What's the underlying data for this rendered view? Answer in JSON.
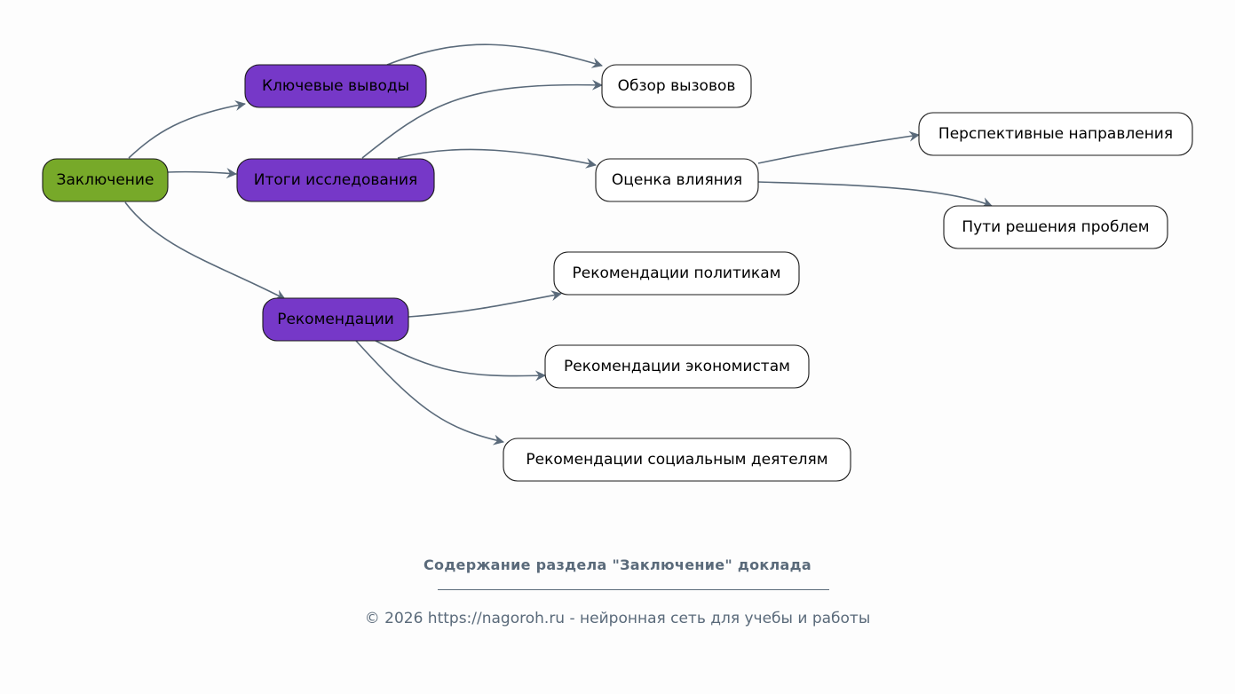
{
  "colors": {
    "root": "#77a929",
    "level1": "#7638c8",
    "leaf": "#ffffff",
    "edge": "#5a6a7a",
    "caption": "#5a6a7a"
  },
  "nodes": [
    {
      "id": "root",
      "label": "Заключение",
      "level": "root"
    },
    {
      "id": "key",
      "label": "Ключевые выводы",
      "level": "level1"
    },
    {
      "id": "results",
      "label": "Итоги исследования",
      "level": "level1"
    },
    {
      "id": "recs",
      "label": "Рекомендации",
      "level": "level1"
    },
    {
      "id": "challenges",
      "label": "Обзор вызовов",
      "level": "leaf"
    },
    {
      "id": "impact",
      "label": "Оценка влияния",
      "level": "leaf"
    },
    {
      "id": "prospects",
      "label": "Перспективные направления",
      "level": "leaf"
    },
    {
      "id": "solutions",
      "label": "Пути решения проблем",
      "level": "leaf"
    },
    {
      "id": "rec_pol",
      "label": "Рекомендации политикам",
      "level": "leaf"
    },
    {
      "id": "rec_econ",
      "label": "Рекомендации экономистам",
      "level": "leaf"
    },
    {
      "id": "rec_soc",
      "label": "Рекомендации социальным деятелям",
      "level": "leaf"
    }
  ],
  "edges": [
    {
      "from": "root",
      "to": "key"
    },
    {
      "from": "root",
      "to": "results"
    },
    {
      "from": "root",
      "to": "recs"
    },
    {
      "from": "key",
      "to": "challenges"
    },
    {
      "from": "results",
      "to": "challenges"
    },
    {
      "from": "results",
      "to": "impact"
    },
    {
      "from": "impact",
      "to": "prospects"
    },
    {
      "from": "impact",
      "to": "solutions"
    },
    {
      "from": "recs",
      "to": "rec_pol"
    },
    {
      "from": "recs",
      "to": "rec_econ"
    },
    {
      "from": "recs",
      "to": "rec_soc"
    }
  ],
  "caption": {
    "title": "Содержание раздела \"Заключение\" доклада",
    "footer": "© 2026 https://nagoroh.ru - нейронная сеть для учебы и работы"
  }
}
